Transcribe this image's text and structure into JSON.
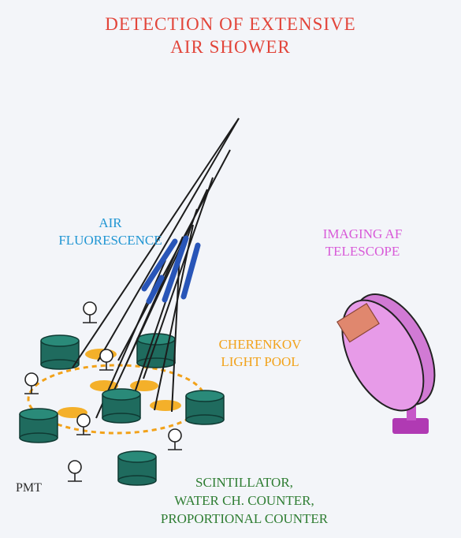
{
  "title": {
    "line1": "DETECTION OF EXTENSIVE",
    "line2": "AIR SHOWER"
  },
  "labels": {
    "air_fluorescence": {
      "line1": "AIR",
      "line2": "FLUORESCENCE"
    },
    "imaging_telescope": {
      "line1": "IMAGING AF",
      "line2": "TELESCOPE"
    },
    "cherenkov": {
      "line1": "CHERENKOV",
      "line2": "LIGHT POOL"
    },
    "pmt": "PMT",
    "detectors": {
      "line1": "SCINTILLATOR,",
      "line2": "WATER CH. COUNTER,",
      "line3": "PROPORTIONAL COUNTER"
    }
  },
  "colors": {
    "title": "#e2453a",
    "air_fluorescence": "#2196d3",
    "imaging_telescope": "#d85ad8",
    "cherenkov": "#f2a21a",
    "detectors": "#2e7d32",
    "counter_fill": "#1f6b5e",
    "fluorescence_segment": "#2855b8",
    "telescope_dish": "#e79be8",
    "telescope_camera": "#e0876e"
  }
}
